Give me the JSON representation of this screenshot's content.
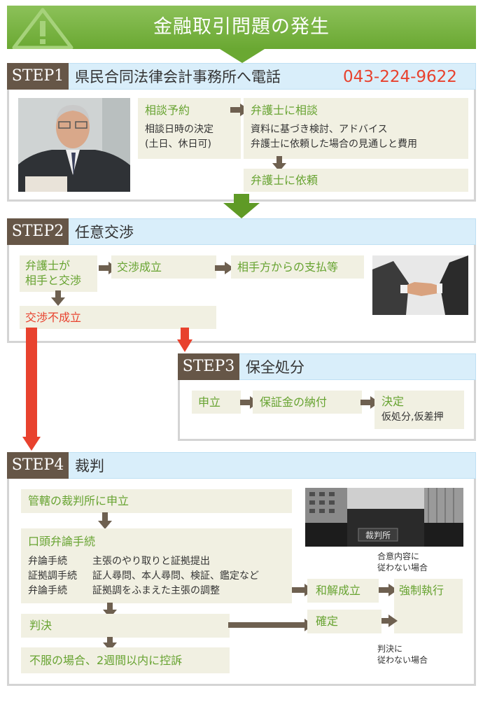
{
  "header": {
    "title": "金融取引問題の発生"
  },
  "step1": {
    "tag": "STEP1",
    "title": "県民合同法律会計事務所へ電話",
    "phone": "043-224-9622",
    "reserve_title": "相談予約",
    "reserve_desc_1": "相談日時の決定",
    "reserve_desc_2": "(土日、休日可)",
    "consult_title": "弁護士に相談",
    "consult_desc_1": "資料に基づき検討、アドバイス",
    "consult_desc_2": "弁護士に依頼した場合の見通しと費用",
    "request_title": "弁護士に依頼"
  },
  "step2": {
    "tag": "STEP2",
    "title": "任意交渉",
    "negotiate_1": "弁護士が",
    "negotiate_2": "相手と交渉",
    "success": "交渉成立",
    "payment": "相手方からの支払等",
    "fail": "交渉不成立"
  },
  "step3": {
    "tag": "STEP3",
    "title": "保全処分",
    "apply": "申立",
    "deposit": "保証金の納付",
    "decision": "決定",
    "decision_desc": "仮処分,仮差押"
  },
  "step4": {
    "tag": "STEP4",
    "title": "裁判",
    "file": "管轄の裁判所に申立",
    "oral_title": "口頭弁論手続",
    "rows": [
      {
        "label": "弁論手続",
        "desc": "主張のやり取りと証拠提出"
      },
      {
        "label": "証拠調手続",
        "desc": "証人尋問、本人尋問、検証、鑑定など"
      },
      {
        "label": "弁論手続",
        "desc": "証拠調をふまえた主張の調整"
      }
    ],
    "judgment": "判決",
    "appeal": "不服の場合、2週間以内に控訴",
    "settlement": "和解成立",
    "final": "確定",
    "enforcement": "強制執行",
    "note_settlement_1": "合意内容に",
    "note_settlement_2": "従わない場合",
    "note_judgment_1": "判決に",
    "note_judgment_2": "従わない場合",
    "court_sign": "裁判所"
  },
  "colors": {
    "green": "#67a331",
    "red": "#e8422e",
    "brown": "#665647",
    "box": "#f1f0e2",
    "bar": "#d9eefa"
  }
}
